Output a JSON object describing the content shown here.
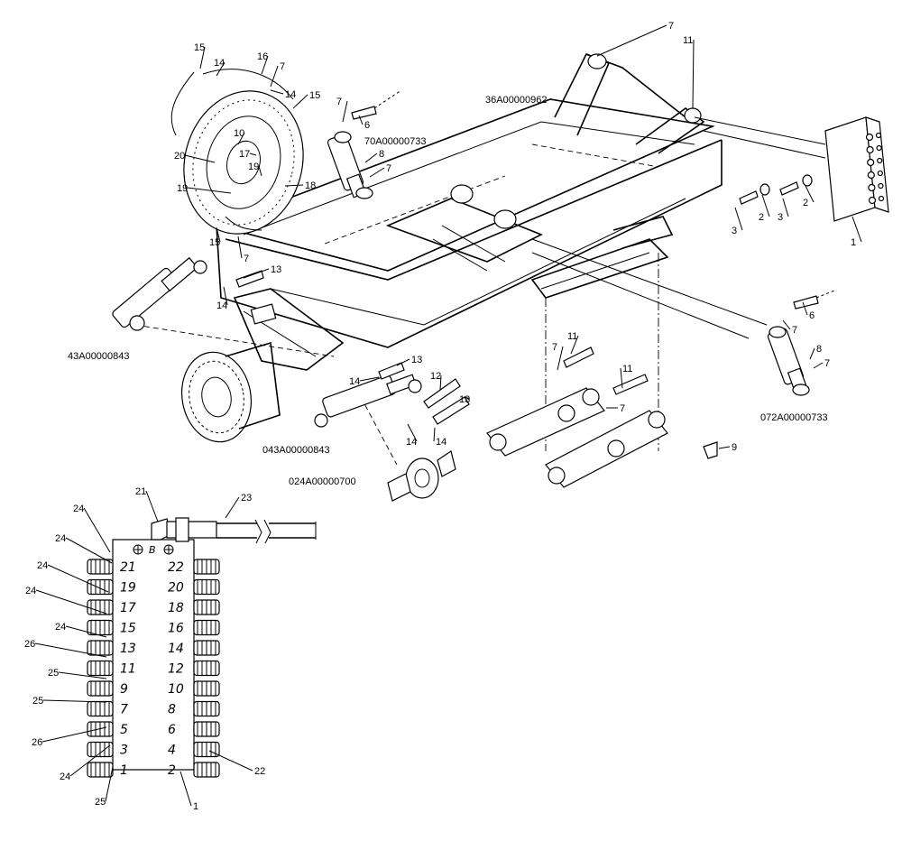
{
  "assemblies": {
    "frame": "36A00000962",
    "cyl_upper": "70A00000733",
    "cyl_right": "072A00000733",
    "cyl_left": "43A00000843",
    "cyl_mid": "043A00000843",
    "wheel_hub": "024A00000700"
  },
  "callouts": [
    {
      "id": "c7a",
      "label": "7"
    },
    {
      "id": "c11a",
      "label": "11"
    },
    {
      "id": "c15a",
      "label": "15"
    },
    {
      "id": "c14a",
      "label": "14"
    },
    {
      "id": "c16",
      "label": "16"
    },
    {
      "id": "c7b",
      "label": "7"
    },
    {
      "id": "c14b",
      "label": "14"
    },
    {
      "id": "c15b",
      "label": "15"
    },
    {
      "id": "c7c",
      "label": "7"
    },
    {
      "id": "c6a",
      "label": "6"
    },
    {
      "id": "c8a",
      "label": "8"
    },
    {
      "id": "c7d",
      "label": "7"
    },
    {
      "id": "c10",
      "label": "10"
    },
    {
      "id": "c20",
      "label": "20"
    },
    {
      "id": "c17",
      "label": "17"
    },
    {
      "id": "c19a",
      "label": "19"
    },
    {
      "id": "c18",
      "label": "18"
    },
    {
      "id": "c19b",
      "label": "19"
    },
    {
      "id": "c15c",
      "label": "15"
    },
    {
      "id": "c7e",
      "label": "7"
    },
    {
      "id": "c13a",
      "label": "13"
    },
    {
      "id": "c14c",
      "label": "14"
    },
    {
      "id": "c3a",
      "label": "3"
    },
    {
      "id": "c2a",
      "label": "2"
    },
    {
      "id": "c3b",
      "label": "3"
    },
    {
      "id": "c2b",
      "label": "2"
    },
    {
      "id": "c1a",
      "label": "1"
    },
    {
      "id": "c6b",
      "label": "6"
    },
    {
      "id": "c7f",
      "label": "7"
    },
    {
      "id": "c8b",
      "label": "8"
    },
    {
      "id": "c7g",
      "label": "7"
    },
    {
      "id": "c13b",
      "label": "13"
    },
    {
      "id": "c14d",
      "label": "14"
    },
    {
      "id": "c12",
      "label": "12"
    },
    {
      "id": "c13c",
      "label": "13"
    },
    {
      "id": "c14e",
      "label": "14"
    },
    {
      "id": "c14f",
      "label": "14"
    },
    {
      "id": "c7h",
      "label": "7"
    },
    {
      "id": "c11b",
      "label": "11"
    },
    {
      "id": "c11c",
      "label": "11"
    },
    {
      "id": "c7i",
      "label": "7"
    },
    {
      "id": "c9",
      "label": "9"
    },
    {
      "id": "c21",
      "label": "21"
    },
    {
      "id": "c23",
      "label": "23"
    },
    {
      "id": "c24a",
      "label": "24"
    },
    {
      "id": "c24b",
      "label": "24"
    },
    {
      "id": "c24c",
      "label": "24"
    },
    {
      "id": "c24d",
      "label": "24"
    },
    {
      "id": "c24e",
      "label": "24"
    },
    {
      "id": "c26a",
      "label": "26"
    },
    {
      "id": "c25a",
      "label": "25"
    },
    {
      "id": "c25b",
      "label": "25"
    },
    {
      "id": "c26b",
      "label": "26"
    },
    {
      "id": "c24f",
      "label": "24"
    },
    {
      "id": "c25c",
      "label": "25"
    },
    {
      "id": "c1b",
      "label": "1"
    },
    {
      "id": "c22",
      "label": "22"
    }
  ],
  "manifold": {
    "port_b": "B",
    "left_ports": [
      "21",
      "19",
      "17",
      "15",
      "13",
      "11",
      "9",
      "7",
      "5",
      "3",
      "1"
    ],
    "right_ports": [
      "22",
      "20",
      "18",
      "16",
      "14",
      "12",
      "10",
      "8",
      "6",
      "4",
      "2"
    ]
  }
}
